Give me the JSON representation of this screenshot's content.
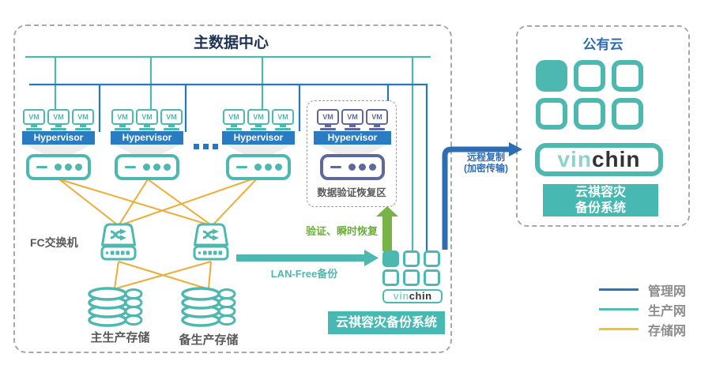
{
  "colors": {
    "teal": "#4cb8b0",
    "blue": "#2678be",
    "remote_blue": "#2e6cb4",
    "yellow": "#eeac38",
    "green": "#78b347",
    "green_text": "#6cae3c",
    "purple": "#5e689c",
    "navy": "#1e3354",
    "cloud_title": "#2e6cb0",
    "hypervisor_bg": "#2a7cc2",
    "label_bg": "#48b8b2",
    "vin_light": "#8fd2ca",
    "chin_dark": "#333333",
    "gray_text": "#595959",
    "legend_text": "#8c8c8c",
    "border_gray": "#a8a8a8"
  },
  "labels": {
    "vm": "VM",
    "hypervisor": "Hypervisor"
  },
  "main_datacenter": {
    "title": "主数据中心",
    "fc_switch_label": "FC交换机",
    "primary_storage_label": "主生产存储",
    "backup_storage_label": "备生产存储",
    "verification_zone_label": "数据验证恢复区",
    "appliance": {
      "brand_vin": "vin",
      "brand_chin": "chin",
      "system_label": "云祺容灾备份系统"
    },
    "arrows": {
      "lan_free": "LAN-Free备份",
      "verify_instant_recovery": "验证、瞬时恢复",
      "remote_copy_line1": "远程复制",
      "remote_copy_line2": "(加密传输)"
    }
  },
  "public_cloud": {
    "title": "公有云",
    "brand_vin": "vin",
    "brand_chin": "chin",
    "system_label_line1": "云祺容灾",
    "system_label_line2": "备份系统"
  },
  "legend": {
    "items": [
      {
        "label": "管理网",
        "color": "#2678be"
      },
      {
        "label": "生产网",
        "color": "#53bcb4"
      },
      {
        "label": "存储网",
        "color": "#f2c42a"
      }
    ]
  }
}
